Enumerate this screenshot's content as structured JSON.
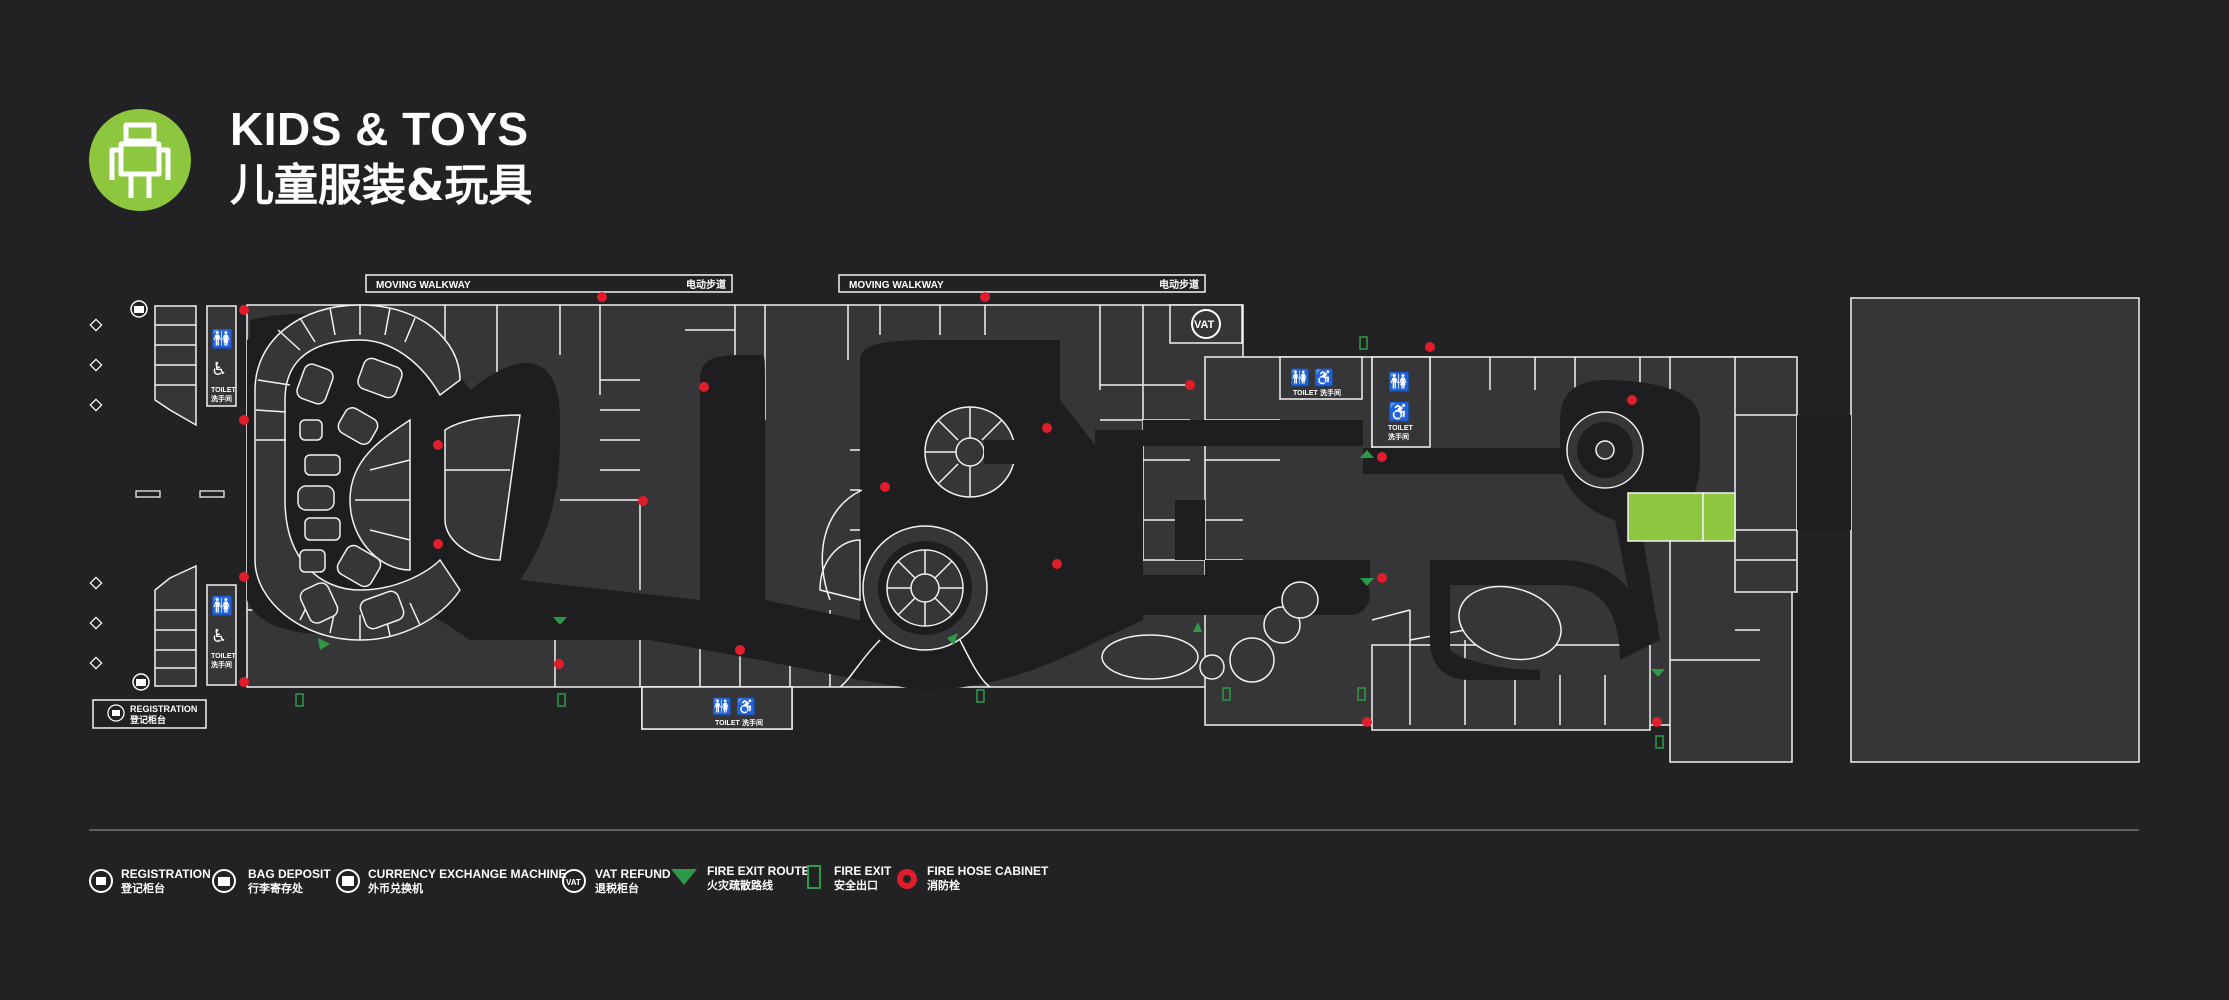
{
  "header": {
    "title_en": "KIDS & TOYS",
    "title_cn": "儿童服装&玩具",
    "icon": "kids-robot-icon",
    "accent_color": "#8dc63f"
  },
  "map": {
    "walkways": [
      {
        "label_en": "MOVING WALKWAY",
        "label_cn": "电动步道"
      },
      {
        "label_en": "MOVING WALKWAY",
        "label_cn": "电动步道"
      }
    ],
    "toilet_label_en": "TOILET",
    "toilet_label_cn": "洗手间",
    "vat_badge": "VAT",
    "registration": {
      "label_en": "REGISTRATION",
      "label_cn": "登记柜台"
    }
  },
  "legend": [
    {
      "icon": "registration-icon",
      "en": "REGISTRATION",
      "cn": "登记柜台"
    },
    {
      "icon": "bag-deposit-icon",
      "en": "BAG DEPOSIT",
      "cn": "行李寄存处"
    },
    {
      "icon": "currency-exchange-icon",
      "en": "CURRENCY EXCHANGE MACHINE",
      "cn": "外币兑换机"
    },
    {
      "icon": "vat-refund-icon",
      "en": "VAT REFUND",
      "cn": "退税柜台"
    },
    {
      "icon": "fire-exit-route-icon",
      "en": "FIRE EXIT ROUTE",
      "cn": "火灾疏散路线"
    },
    {
      "icon": "fire-exit-icon",
      "en": "FIRE EXIT",
      "cn": "安全出口"
    },
    {
      "icon": "fire-hose-cabinet-icon",
      "en": "FIRE HOSE CABINET",
      "cn": "消防栓"
    }
  ],
  "colors": {
    "background": "#222123",
    "store": "#363537",
    "fire_hose": "#e01e2b",
    "fire_exit": "#2e9a48",
    "highlight": "#8dc63f"
  }
}
